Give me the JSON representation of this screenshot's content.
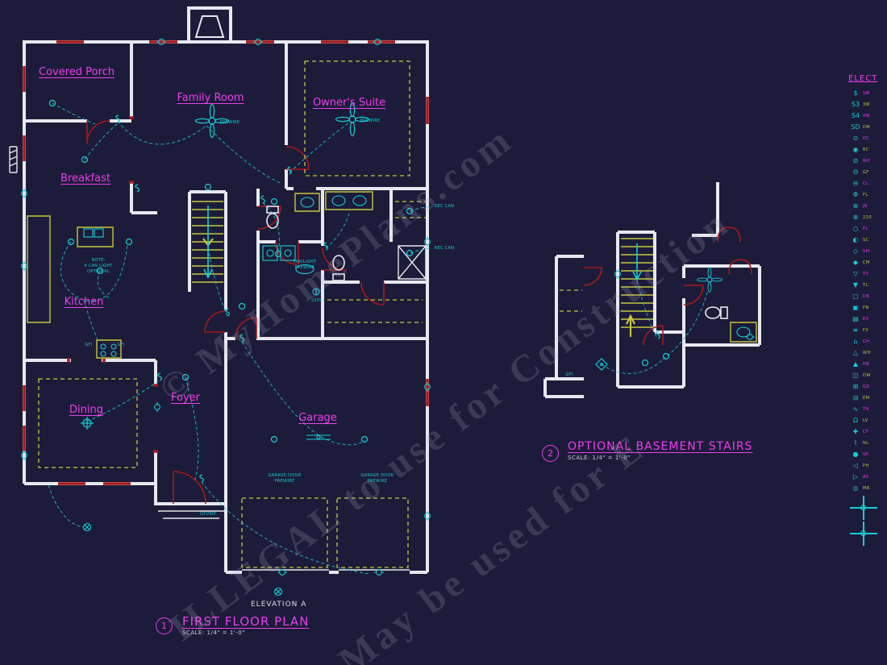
{
  "colors": {
    "background": "#1c1c3a",
    "walls": "#e8e8f0",
    "electric": "#17cdd4",
    "doors": "#a81818",
    "millwork": "#c6c63e",
    "labels": "#ee3cee"
  },
  "watermark": {
    "line1": "© MyHomePlans.com",
    "line2": "ILLEGAL to use for Construction",
    "line3": "May be used for E"
  },
  "plan1": {
    "number": "1",
    "elevation_label": "ELEVATION A",
    "title": "FIRST FLOOR PLAN",
    "scale": "SCALE: 1/4\" = 1'-0\"",
    "rooms": {
      "covered_porch": "Covered Porch",
      "family_room": "Family Room",
      "owners_suite": "Owner's Suite",
      "breakfast": "Breakfast",
      "kitchen": "Kitchen",
      "dining": "Dining",
      "foyer": "Foyer",
      "garage": "Garage"
    },
    "annotations": {
      "prewire_1": "PREWIRE",
      "prewire_2": "PREWIRE",
      "rec_can_1": "REC CAN",
      "rec_can_2": "REC CAN",
      "note_1": "NOTE:",
      "note_2": "4 CAN LIGHT",
      "note_3": "OPTIONAL",
      "fan_light_1": "FAN/LIGHT",
      "fan_light_2": "PREWIRE",
      "v220": "220V",
      "gd_1a": "GARAGE DOOR",
      "gd_1b": "PREWIRE",
      "gd_2a": "GARAGE DOOR",
      "gd_2b": "PREWIRE",
      "gfi_wp": "GFI/WP",
      "gfi_k1": "GFI",
      "gfi_k2": "GFI"
    }
  },
  "plan2": {
    "number": "2",
    "title": "OPTIONAL BASEMENT STAIRS",
    "scale": "SCALE: 1/4\" = 1'-0\"",
    "annotations": {
      "gfi": "GFI"
    }
  },
  "legend": {
    "title": "ELECT",
    "rows": [
      {
        "g": "$",
        "c": "SW"
      },
      {
        "g": "S3",
        "c": "3W"
      },
      {
        "g": "S4",
        "c": "4W"
      },
      {
        "g": "SD",
        "c": "DM"
      },
      {
        "g": "⊙",
        "c": "OC"
      },
      {
        "g": "◉",
        "c": "RC"
      },
      {
        "g": "⊘",
        "c": "WP"
      },
      {
        "g": "Θ",
        "c": "GF"
      },
      {
        "g": "⊖",
        "c": "CL"
      },
      {
        "g": "Φ",
        "c": "FL"
      },
      {
        "g": "⊕",
        "c": "JB"
      },
      {
        "g": "⊗",
        "c": "220"
      },
      {
        "g": "○",
        "c": "PL"
      },
      {
        "g": "◐",
        "c": "SC"
      },
      {
        "g": "◇",
        "c": "SM"
      },
      {
        "g": "◆",
        "c": "CM"
      },
      {
        "g": "▽",
        "c": "TV"
      },
      {
        "g": "▼",
        "c": "TL"
      },
      {
        "g": "□",
        "c": "DB"
      },
      {
        "g": "▣",
        "c": "PN"
      },
      {
        "g": "▤",
        "c": "EX"
      },
      {
        "g": "≡",
        "c": "FX"
      },
      {
        "g": "⌂",
        "c": "CH"
      },
      {
        "g": "△",
        "c": "WH"
      },
      {
        "g": "▲",
        "c": "HB"
      },
      {
        "g": "◫",
        "c": "DW"
      },
      {
        "g": "⊞",
        "c": "GD"
      },
      {
        "g": "⊟",
        "c": "EM"
      },
      {
        "g": "∿",
        "c": "TH"
      },
      {
        "g": "Ω",
        "c": "LV"
      },
      {
        "g": "✚",
        "c": "CF"
      },
      {
        "g": "⌇",
        "c": "NL"
      },
      {
        "g": "●",
        "c": "VP"
      },
      {
        "g": "◁",
        "c": "PH"
      },
      {
        "g": "▷",
        "c": "AV"
      },
      {
        "g": "◎",
        "c": "MB"
      }
    ]
  }
}
